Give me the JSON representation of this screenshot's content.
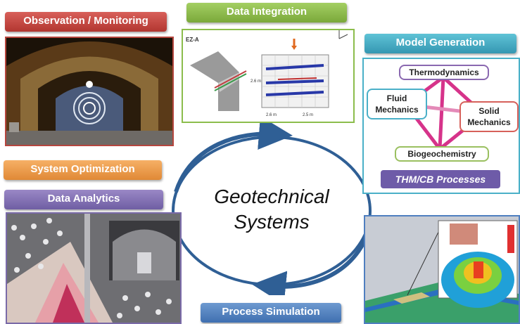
{
  "center": {
    "line1": "Geotechnical",
    "line2": "Systems"
  },
  "labels": {
    "observation": "Observation / Monitoring",
    "integration": "Data Integration",
    "model": "Model Generation",
    "optimization": "System Optimization",
    "analytics": "Data Analytics",
    "simulation": "Process Simulation"
  },
  "model_panel": {
    "nodes": {
      "thermodynamics": "Thermodynamics",
      "fluid_line1": "Fluid",
      "fluid_line2": "Mechanics",
      "solid_line1": "Solid",
      "solid_line2": "Mechanics",
      "biogeochemistry": "Biogeochemistry"
    },
    "caption": "THM/CB Processes"
  },
  "integration_panel": {
    "tag": "EZ-A",
    "dim_left": "2.6 m",
    "dim_bottom1": "2.6 m",
    "dim_bottom2": "2.5 m"
  },
  "colors": {
    "observation": "#b23630",
    "integration": "#7aa83a",
    "model": "#3597b2",
    "optimization": "#e08936",
    "analytics": "#6f5ea3",
    "simulation": "#3f6fb0",
    "cycle_arrow": "#2f5f95"
  }
}
